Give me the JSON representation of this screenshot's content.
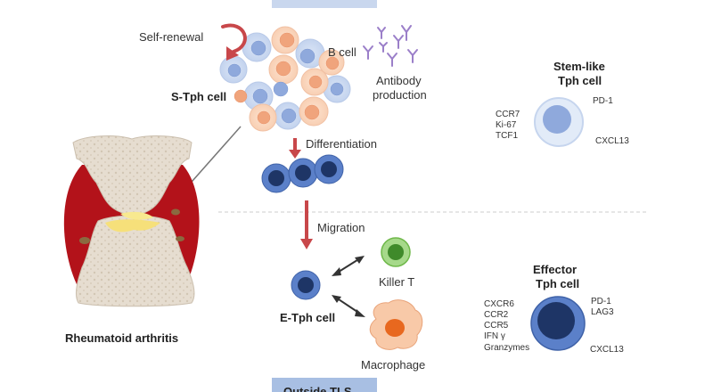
{
  "main": {
    "self_renewal": "Self-renewal",
    "b_cell": "B cell",
    "antibody_line1": "Antibody",
    "antibody_line2": "production",
    "s_tph_cell": "S-Tph cell",
    "differentiation": "Differentiation",
    "migration": "Migration",
    "killer_t": "Killer T",
    "e_tph_cell": "E-Tph cell",
    "macrophage": "Macrophage",
    "rheumatoid_arthritis": "Rheumatoid arthritis",
    "bottom_banner": "Outside TLS"
  },
  "stem_like": {
    "title_line1": "Stem-like",
    "title_line2": "Tph cell",
    "markers_left": [
      "CCR7",
      "Ki-67",
      "TCF1"
    ],
    "marker_right_top": "PD-1",
    "marker_right_bottom": "CXCL13"
  },
  "effector": {
    "title_line1": "Effector",
    "title_line2": "Tph cell",
    "markers_left": [
      "CXCR6",
      "CCR2",
      "CCR5",
      "IFN γ",
      "Granzymes"
    ],
    "markers_right_top": [
      "PD-1",
      "LAG3"
    ],
    "marker_right_bottom": "CXCL13"
  },
  "colors": {
    "arrow_red": "#c8474a",
    "tph_blue": "#5b80c9",
    "tph_dark": "#1e3566",
    "b_cell_orange": "#f0a47c",
    "killer_green": "#7cc35b",
    "macrophage_orange": "#e8681f",
    "joint_red": "#b3121a",
    "banner_blue": "#a8bfe3"
  }
}
